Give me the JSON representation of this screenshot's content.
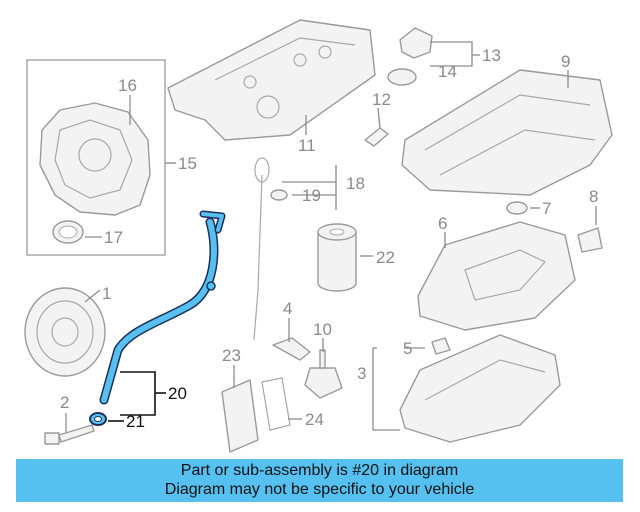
{
  "colors": {
    "highlight": "#56c1f1",
    "highlight_stroke": "#1f2f5a",
    "banner": "#56c1f1"
  },
  "callouts": {
    "c1": "1",
    "c2": "2",
    "c3": "3",
    "c4": "4",
    "c5": "5",
    "c6": "6",
    "c7": "7",
    "c8": "8",
    "c9": "9",
    "c10": "10",
    "c11": "11",
    "c12": "12",
    "c13": "13",
    "c14": "14",
    "c15": "15",
    "c16": "16",
    "c17": "17",
    "c18": "18",
    "c19": "19",
    "c20": "20",
    "c21": "21",
    "c22": "22",
    "c23": "23",
    "c24": "24"
  },
  "highlighted_part": "20",
  "banner": {
    "line1": "Part or sub-assembly is #20 in diagram",
    "line2": "Diagram may not be specific to your vehicle"
  }
}
